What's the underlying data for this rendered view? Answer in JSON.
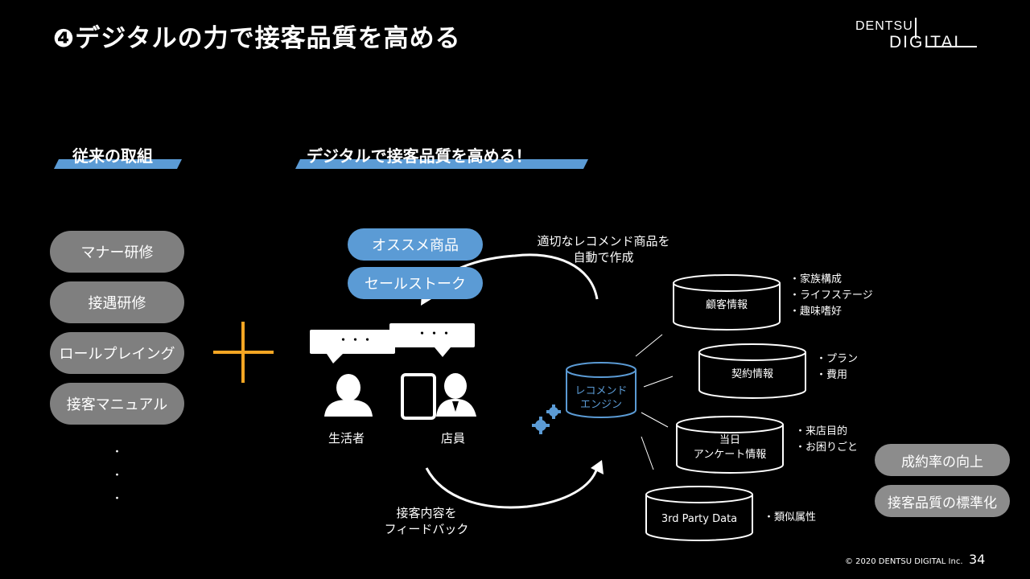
{
  "slide": {
    "title": "❹デジタルの力で接客品質を高める",
    "logo": {
      "line1": "DENTSU",
      "line2": "DIGITAL"
    },
    "page_number": "34",
    "copyright": "© 2020 DENTSU DIGITAL Inc."
  },
  "left_section": {
    "title": "従来の取組",
    "items": [
      "マナー研修",
      "接遇研修",
      "ロールプレイング",
      "接客マニュアル"
    ],
    "ellipsis": [
      "・",
      "・",
      "・"
    ]
  },
  "right_section": {
    "title": "デジタルで接客品質を高める！",
    "recommendations": [
      "オススメ商品",
      "セールストーク"
    ],
    "speech_bubble": "・・・",
    "top_arrow_label": [
      "適切なレコメンド商品を",
      "自動で作成"
    ],
    "bottom_arrow_label": [
      "接客内容を",
      "フィードバック"
    ],
    "person_customer": "生活者",
    "person_staff": "店員",
    "engine": [
      "レコメンド",
      "エンジン"
    ],
    "databases": [
      {
        "name": [
          "顧客情報"
        ],
        "notes": [
          "・家族構成",
          "・ライフステージ",
          "・趣味嗜好"
        ]
      },
      {
        "name": [
          "契約情報"
        ],
        "notes": [
          "・プラン",
          "・費用"
        ]
      },
      {
        "name": [
          "当日",
          "アンケート情報"
        ],
        "notes": [
          "・来店目的",
          "・お困りごと"
        ]
      },
      {
        "name": [
          "3rd Party Data"
        ],
        "notes": [
          "・類似属性"
        ]
      }
    ],
    "outcomes": [
      "成約率の向上",
      "接客品質の標準化"
    ]
  },
  "colors": {
    "accent_blue": "#5b9bd5",
    "pill_gray": "#7f7f7f",
    "plus_orange": "#f5a623",
    "background": "#000000"
  },
  "icons": [
    "person-icon",
    "tablet-icon",
    "staff-icon",
    "gear-icon",
    "speech-bubble-icon",
    "database-icon",
    "plus-icon",
    "curved-arrow-icon"
  ]
}
